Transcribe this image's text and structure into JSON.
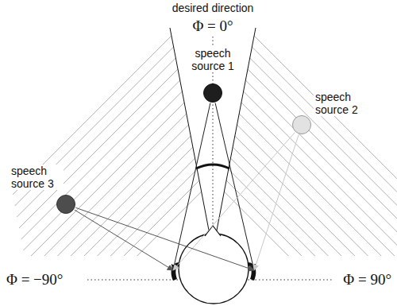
{
  "diagram": {
    "nodes": [
      {
        "text": [
          "speech source 1"
        ]
      },
      {
        "text": [
          "speech source 2"
        ]
      },
      {
        "text": [
          "speech source 3"
        ]
      }
    ],
    "labels": [
      "desired direction",
      "Φ = 0°",
      "Φ = −90°",
      "Φ = 90°"
    ]
  }
}
